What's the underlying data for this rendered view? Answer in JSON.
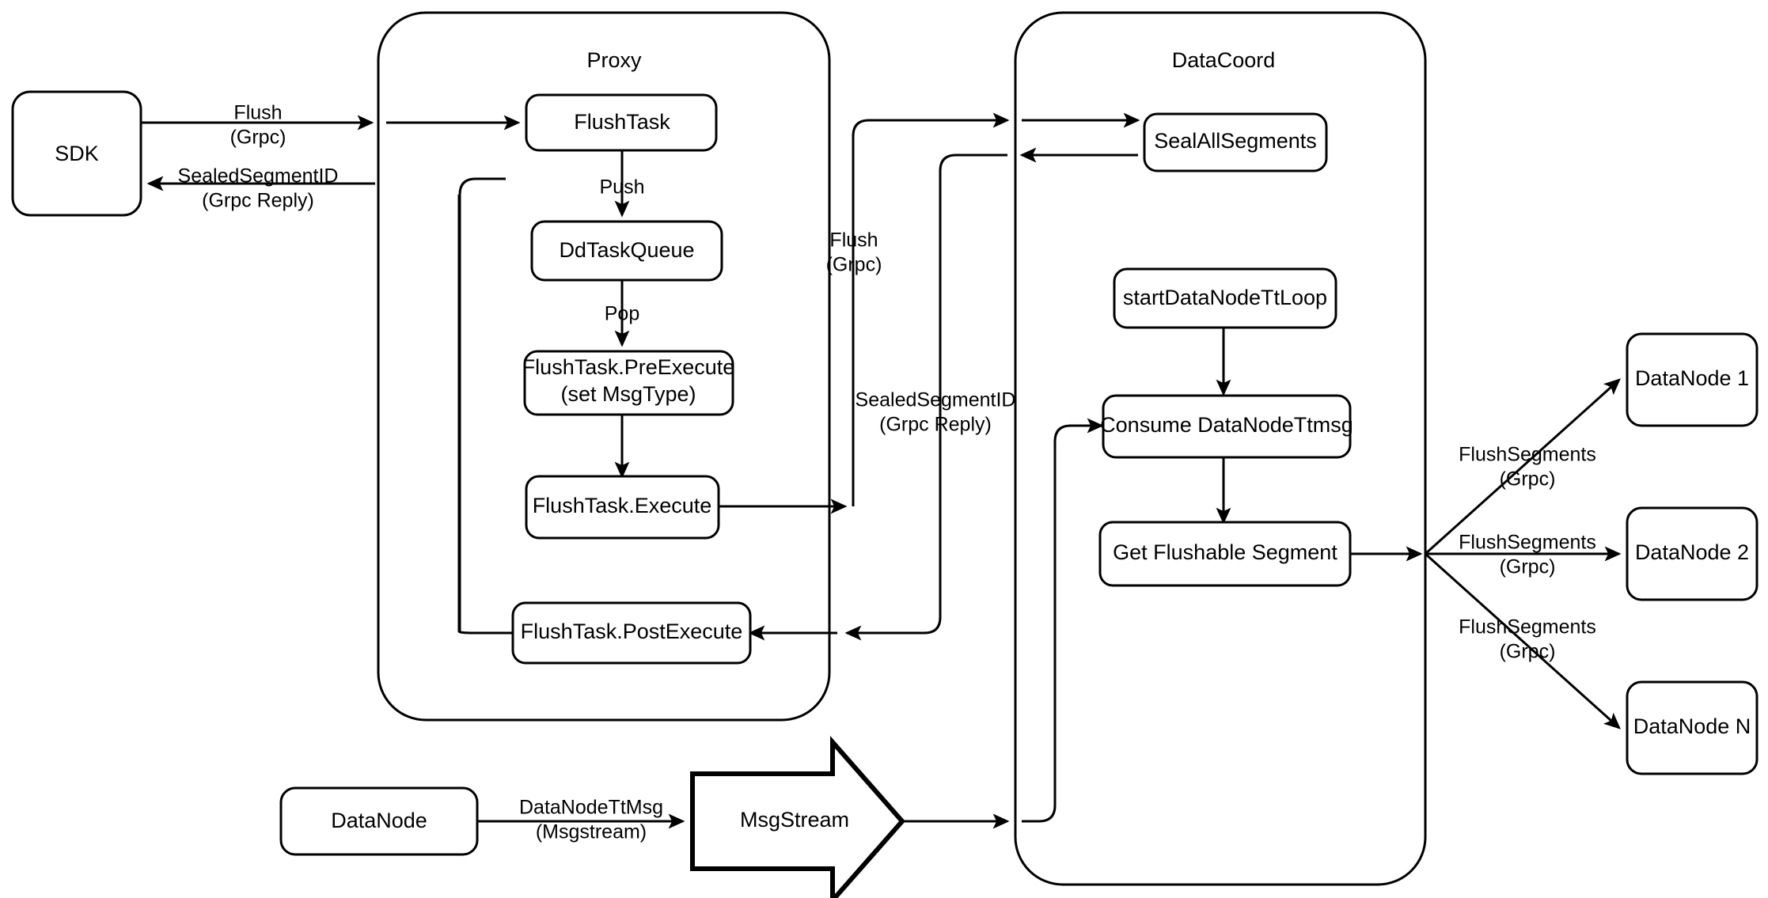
{
  "diagram": {
    "title": "Milvus Flush Sequence Architecture",
    "background_color": "#ffffff",
    "stroke_color": "#000000"
  },
  "containers": [
    {
      "id": "proxy",
      "label": "Proxy"
    },
    {
      "id": "datacoord",
      "label": "DataCoord"
    }
  ],
  "nodes": {
    "sdk": "SDK",
    "flush_task": "FlushTask",
    "dd_task_queue": "DdTaskQueue",
    "pre_execute_line1": "FlushTask.PreExecute",
    "pre_execute_line2": "(set MsgType)",
    "execute": "FlushTask.Execute",
    "post_execute": "FlushTask.PostExecute",
    "seal_all_segments": "SealAllSegments",
    "start_tt_loop": "startDataNodeTtLoop",
    "consume_tt_msg": "Consume DataNodeTtmsg",
    "get_flushable_segment": "Get Flushable Segment",
    "datanode_1": "DataNode 1",
    "datanode_2": "DataNode 2",
    "datanode_n": "DataNode N",
    "datanode_bottom": "DataNode",
    "msgstream": "MsgStream"
  },
  "edge_labels": {
    "sdk_to_proxy_l1": "Flush",
    "sdk_to_proxy_l2": "(Grpc)",
    "proxy_to_sdk_l1": "SealedSegmentID",
    "proxy_to_sdk_l2": "(Grpc Reply)",
    "push": "Push",
    "pop": "Pop",
    "proxy_to_coord_l1": "Flush",
    "proxy_to_coord_l2": "(Grpc)",
    "coord_to_proxy_l1": "SealedSegmentID",
    "coord_to_proxy_l2": "(Grpc Reply)",
    "flush_segments_1_l1": "FlushSegments",
    "flush_segments_1_l2": "(Grpc)",
    "flush_segments_2_l1": "FlushSegments",
    "flush_segments_2_l2": "(Grpc)",
    "flush_segments_n_l1": "FlushSegments",
    "flush_segments_n_l2": "(Grpc)",
    "datanode_tt_msg_l1": "DataNodeTtMsg",
    "datanode_tt_msg_l2": "(Msgstream)"
  }
}
